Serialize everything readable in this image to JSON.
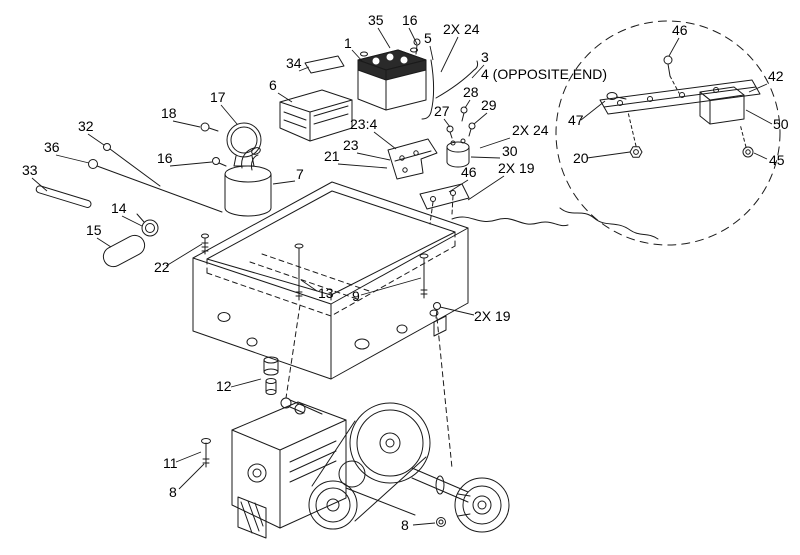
{
  "figure": {
    "type": "exploded-parts-diagram",
    "background_color": "#ffffff",
    "line_color": "#1a1a1a"
  },
  "callouts": [
    {
      "label": "35"
    },
    {
      "label": "16"
    },
    {
      "label": "1"
    },
    {
      "label": "5"
    },
    {
      "label": "2X 24"
    },
    {
      "label": "3"
    },
    {
      "label": "4 (OPPOSITE END)"
    },
    {
      "label": "34"
    },
    {
      "label": "6"
    },
    {
      "label": "17"
    },
    {
      "label": "18"
    },
    {
      "label": "28"
    },
    {
      "label": "27"
    },
    {
      "label": "29"
    },
    {
      "label": "2X 24"
    },
    {
      "label": "23:4"
    },
    {
      "label": "23"
    },
    {
      "label": "30"
    },
    {
      "label": "32"
    },
    {
      "label": "36"
    },
    {
      "label": "16"
    },
    {
      "label": "21"
    },
    {
      "label": "46"
    },
    {
      "label": "2X 19"
    },
    {
      "label": "33"
    },
    {
      "label": "7"
    },
    {
      "label": "14"
    },
    {
      "label": "15"
    },
    {
      "label": "22"
    },
    {
      "label": "13"
    },
    {
      "label": "9"
    },
    {
      "label": "2X 19"
    },
    {
      "label": "12"
    },
    {
      "label": "11"
    },
    {
      "label": "8"
    },
    {
      "label": "8"
    },
    {
      "label": "46"
    },
    {
      "label": "42"
    },
    {
      "label": "47"
    },
    {
      "label": "50"
    },
    {
      "label": "20"
    },
    {
      "label": "45"
    }
  ]
}
